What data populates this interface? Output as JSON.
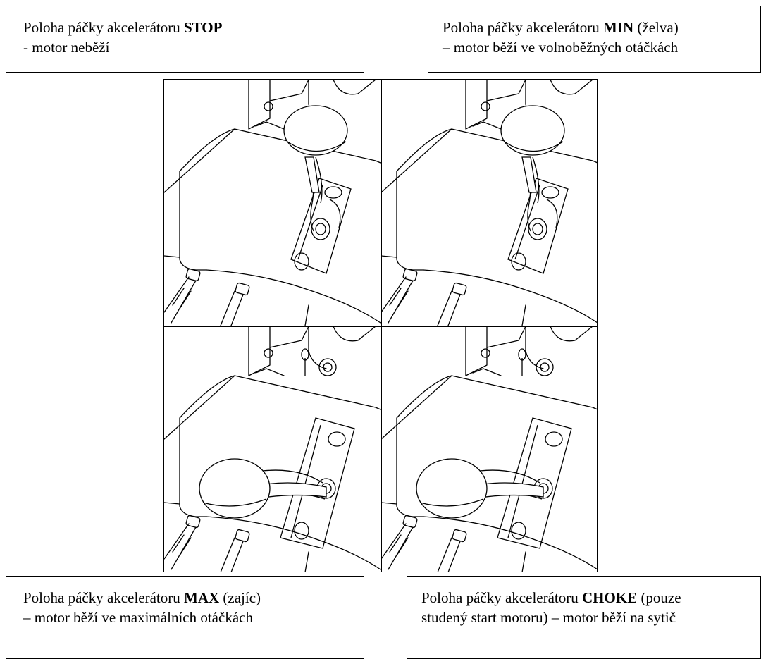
{
  "captions": {
    "stop": {
      "prefix": "Poloha páčky akcelerátoru ",
      "key": "STOP",
      "suffix": "",
      "line2": "- motor neběží"
    },
    "min": {
      "prefix": "Poloha páčky akcelerátoru ",
      "key": "MIN",
      "suffix": " (želva)",
      "line2": "– motor běží ve volnoběžných otáčkách"
    },
    "max": {
      "prefix": "Poloha páčky akcelerátoru ",
      "key": "MAX",
      "suffix": " (zajíc)",
      "line2": "– motor běží ve maximálních otáčkách"
    },
    "choke": {
      "prefix": "Poloha páčky akcelerátoru ",
      "key": "CHOKE",
      "suffix": " (pouze",
      "line2": "studený start motoru) – motor běží na sytič"
    }
  },
  "panels": [
    {
      "id": "stop",
      "knob": "up"
    },
    {
      "id": "min",
      "knob": "up"
    },
    {
      "id": "max",
      "knob": "down"
    },
    {
      "id": "choke",
      "knob": "down"
    }
  ]
}
